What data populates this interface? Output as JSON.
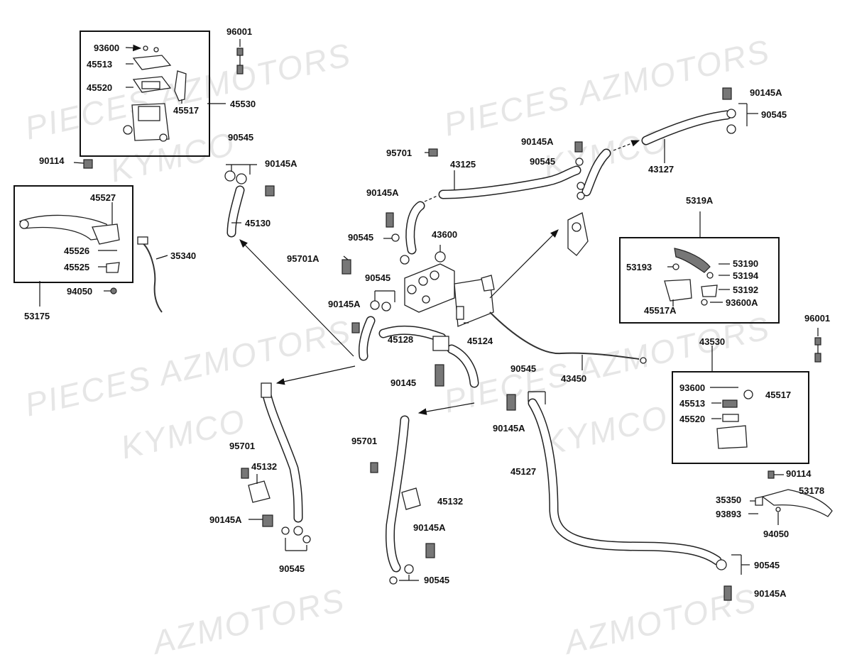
{
  "watermarks": [
    {
      "text": "PIECES AZMOTORS"
    },
    {
      "text": "KYMCO"
    },
    {
      "text": "PIECES AZMOTORS"
    },
    {
      "text": "KYMCO"
    },
    {
      "text": "PIECES AZMOTORS"
    },
    {
      "text": "KYMCO"
    },
    {
      "text": "PIECES AZMOTORS"
    },
    {
      "text": "KYMCO"
    },
    {
      "text": "AZMOTORS"
    },
    {
      "text": "AZMOTORS"
    }
  ],
  "labels": {
    "l01": "93600",
    "l02": "45513",
    "l03": "45520",
    "l04": "45517",
    "l05": "45530",
    "l06": "96001",
    "l07": "90114",
    "l08": "45527",
    "l09": "45526",
    "l10": "45525",
    "l11": "35340",
    "l12": "94050",
    "l13": "53175",
    "l14": "90545",
    "l15": "90145A",
    "l16": "45130",
    "l17": "95701",
    "l18": "43125",
    "l19": "90145A",
    "l20": "90545",
    "l21": "43600",
    "l22": "95701A",
    "l23": "90545",
    "l24": "90145A",
    "l25": "45128",
    "l26": "45124",
    "l27": "90145",
    "l28": "90145A",
    "l29": "90545",
    "l30": "90145A",
    "l31": "90545",
    "l32": "43127",
    "l33": "5319A",
    "l34": "53193",
    "l35": "53190",
    "l36": "53194",
    "l37": "53192",
    "l38": "45517A",
    "l39": "93600A",
    "l40": "96001",
    "l41": "43530",
    "l42": "93600",
    "l43": "45513",
    "l44": "45517",
    "l45": "45520",
    "l46": "43450",
    "l47": "90545",
    "l48": "90145A",
    "l49": "95701",
    "l50": "45132",
    "l51": "90145A",
    "l52": "90545",
    "l53": "95701",
    "l54": "45132",
    "l55": "90145A",
    "l56": "90545",
    "l57": "45127",
    "l58": "90114",
    "l59": "35350",
    "l60": "53178",
    "l61": "93893",
    "l62": "94050",
    "l63": "90545",
    "l64": "90145A"
  }
}
